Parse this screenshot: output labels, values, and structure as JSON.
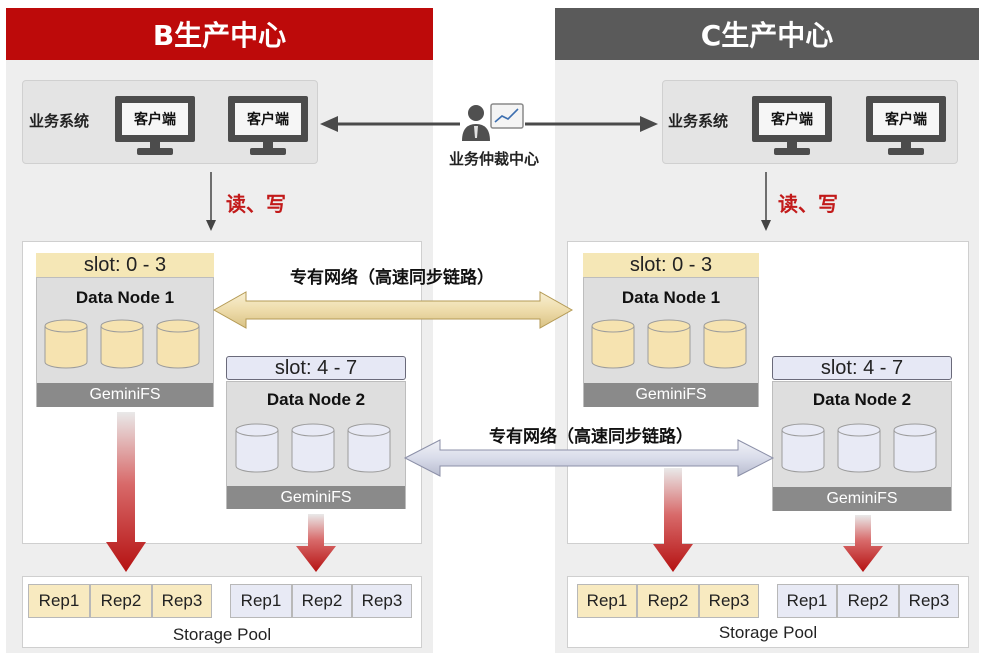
{
  "centers": {
    "b": {
      "title": "B生产中心",
      "header_color": "#bd0a0a"
    },
    "c": {
      "title": "C生产中心",
      "header_color": "#5a5a5a"
    }
  },
  "business_system": {
    "label": "业务系统",
    "client_label": "客户端"
  },
  "read_write_label": "读、写",
  "arbitration_center": {
    "label": "业务仲裁中心",
    "icon": "person-chart-icon"
  },
  "network": {
    "label_top": "专有网络（高速同步链路）",
    "label_bottom": "专有网络（高速同步链路）"
  },
  "nodes": {
    "node1": {
      "slot": "slot: 0 - 3",
      "name": "Data Node 1",
      "fs": "GeminiFS"
    },
    "node2": {
      "slot": "slot: 4 - 7",
      "name": "Data Node 2",
      "fs": "GeminiFS"
    }
  },
  "storage_pool": {
    "label": "Storage Pool",
    "group1": [
      "Rep1",
      "Rep2",
      "Rep3"
    ],
    "group2": [
      "Rep1",
      "Rep2",
      "Rep3"
    ]
  },
  "colors": {
    "accent_red": "#c21a1a",
    "yellow_cylinder": "#f6e3b0",
    "blue_cylinder": "#e8eaf5"
  }
}
